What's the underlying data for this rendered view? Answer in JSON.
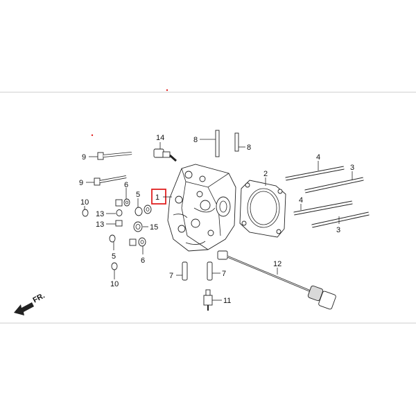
{
  "highlight_color": "#e02020",
  "front_label": "FR.",
  "callouts": [
    {
      "id": "1",
      "text": "1"
    },
    {
      "id": "2",
      "text": "2"
    },
    {
      "id": "3a",
      "text": "3"
    },
    {
      "id": "3b",
      "text": "3"
    },
    {
      "id": "4a",
      "text": "4"
    },
    {
      "id": "4b",
      "text": "4"
    },
    {
      "id": "5a",
      "text": "5"
    },
    {
      "id": "5b",
      "text": "5"
    },
    {
      "id": "6a",
      "text": "6"
    },
    {
      "id": "6b",
      "text": "6"
    },
    {
      "id": "7a",
      "text": "7"
    },
    {
      "id": "7b",
      "text": "7"
    },
    {
      "id": "8a",
      "text": "8"
    },
    {
      "id": "8b",
      "text": "8"
    },
    {
      "id": "9a",
      "text": "9"
    },
    {
      "id": "9b",
      "text": "9"
    },
    {
      "id": "10a",
      "text": "10"
    },
    {
      "id": "10b",
      "text": "10"
    },
    {
      "id": "11",
      "text": "11"
    },
    {
      "id": "12",
      "text": "12"
    },
    {
      "id": "13a",
      "text": "13"
    },
    {
      "id": "13b",
      "text": "13"
    },
    {
      "id": "14",
      "text": "14"
    },
    {
      "id": "15",
      "text": "15"
    }
  ]
}
